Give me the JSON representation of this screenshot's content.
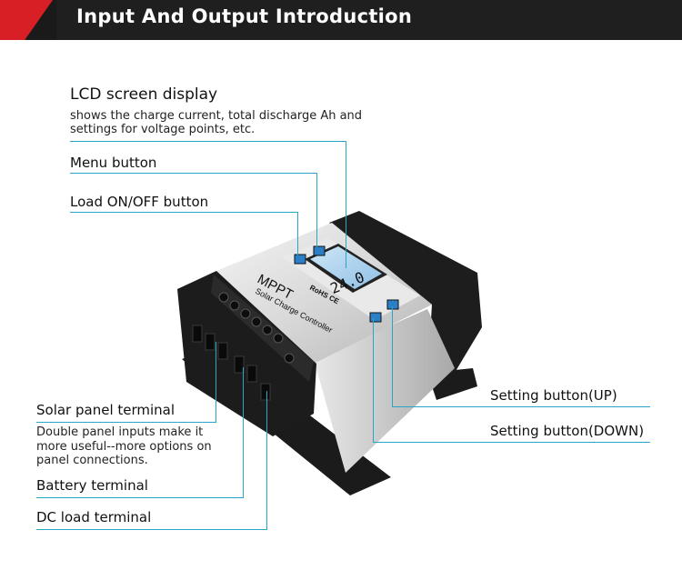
{
  "header": {
    "title": "Input And Output Introduction"
  },
  "product": {
    "brand": "MPPT",
    "subtitle": "Solar Charge Controller",
    "cert": "RoHS CE",
    "lcd_value": "24.0"
  },
  "callouts": {
    "lcd": {
      "title": "LCD screen display",
      "desc_line1": "shows the charge current, total discharge Ah and",
      "desc_line2": "settings for voltage points, etc."
    },
    "menu": {
      "title": "Menu button"
    },
    "load_onoff": {
      "title": "Load ON/OFF button"
    },
    "solar": {
      "title": "Solar panel terminal",
      "desc_line1": "Double panel inputs make it",
      "desc_line2": "more useful--more options on",
      "desc_line3": "panel connections."
    },
    "battery": {
      "title": "Battery terminal"
    },
    "dc_load": {
      "title": "DC load terminal"
    },
    "setting_up": {
      "title": "Setting button(UP)"
    },
    "setting_down": {
      "title": "Setting button(DOWN)"
    }
  },
  "colors": {
    "accent": "#2aa5c8",
    "banner_red": "#d91f26",
    "banner_dark": "#1f1f1f"
  }
}
